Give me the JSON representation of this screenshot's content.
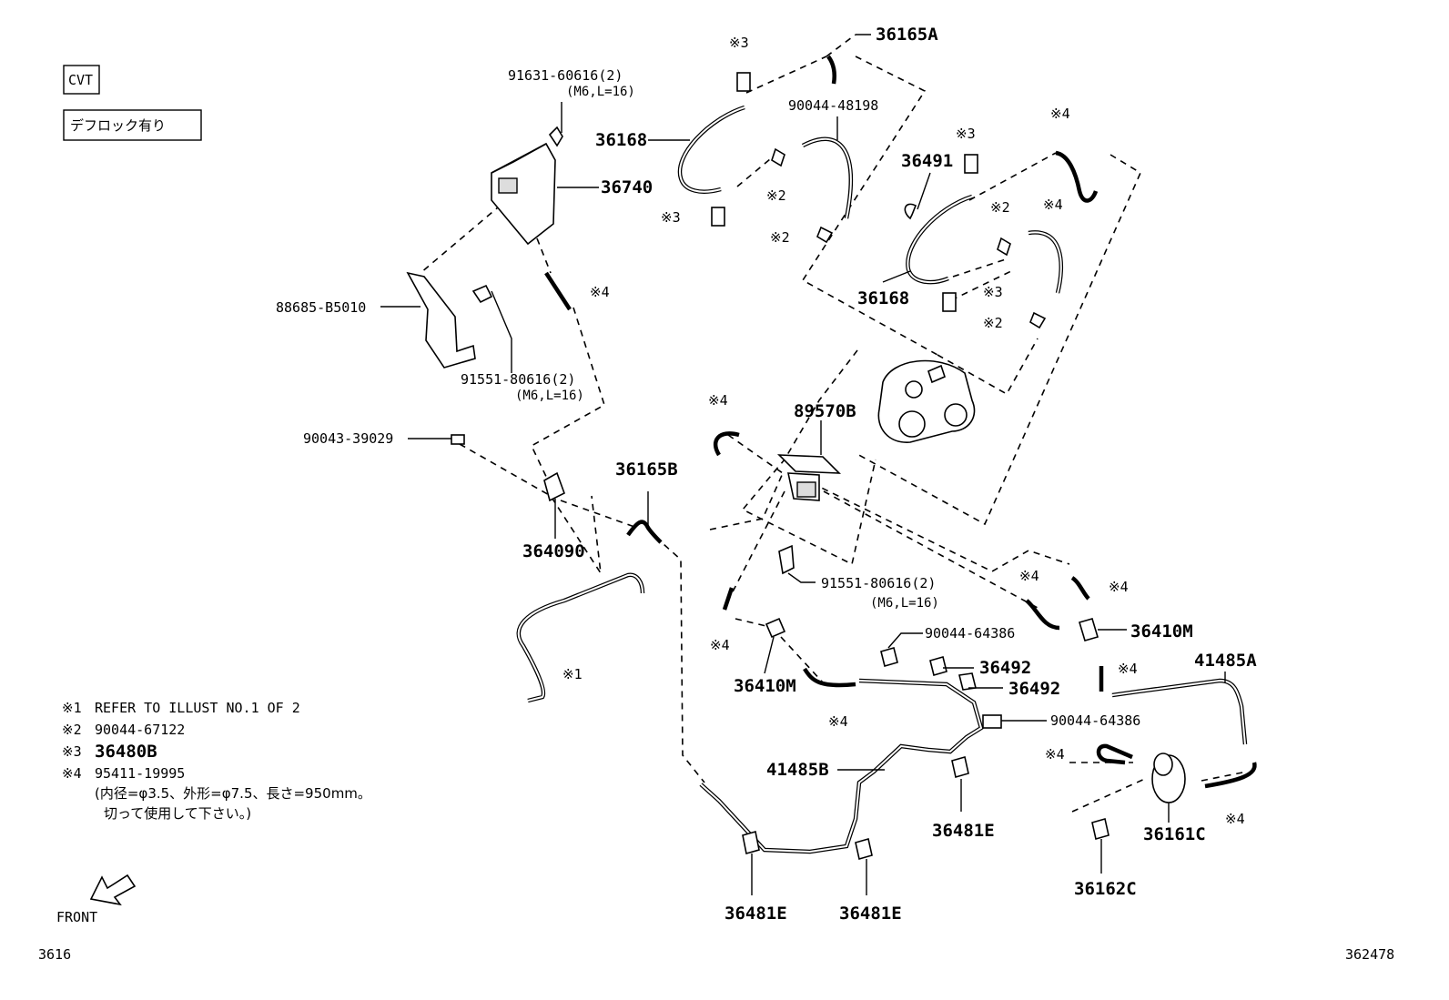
{
  "badges": {
    "cvt": "CVT",
    "diff_lock": "デフロック有り"
  },
  "callouts": {
    "c_91631": "91631-60616(2)",
    "c_91631_spec": "(M6,L=16)",
    "c_36740": "36740",
    "c_88685": "88685-B5010",
    "c_91551a": "91551-80616(2)",
    "c_91551a_spec": "(M6,L=16)",
    "c_90043": "90043-39029",
    "c_364090": "364090",
    "c_36165b": "36165B",
    "c_36168a": "36168",
    "c_36165a": "36165A",
    "c_90044_48198": "90044-48198",
    "c_36491": "36491",
    "c_36168b": "36168",
    "c_89570b": "89570B",
    "c_91551b": "91551-80616(2)",
    "c_91551b_spec": "(M6,L=16)",
    "c_36410m_a": "36410M",
    "c_36410m_b": "36410M",
    "c_90044_64386a": "90044-64386",
    "c_36492a": "36492",
    "c_36492b": "36492",
    "c_90044_64386b": "90044-64386",
    "c_41485a": "41485A",
    "c_41485b": "41485B",
    "c_36481e_a": "36481E",
    "c_36481e_b": "36481E",
    "c_36481e_c": "36481E",
    "c_36161c": "36161C",
    "c_36162c": "36162C"
  },
  "refs": {
    "r1": "※1",
    "r2": "※2",
    "r3": "※3",
    "r4": "※4"
  },
  "notes": {
    "n1_mark": "※1",
    "n1_text": "REFER TO ILLUST NO.1 OF 2",
    "n2_mark": "※2",
    "n2_text": "90044-67122",
    "n3_mark": "※3",
    "n3_text": "36480B",
    "n4_mark": "※4",
    "n4_text": "95411-19995",
    "n4_line2": "(内径=φ3.5、外形=φ7.5、長さ=950mm。",
    "n4_line3": "切って使用して下さい。)"
  },
  "footer": {
    "front": "FRONT",
    "page_left": "3616",
    "page_right": "362478"
  }
}
